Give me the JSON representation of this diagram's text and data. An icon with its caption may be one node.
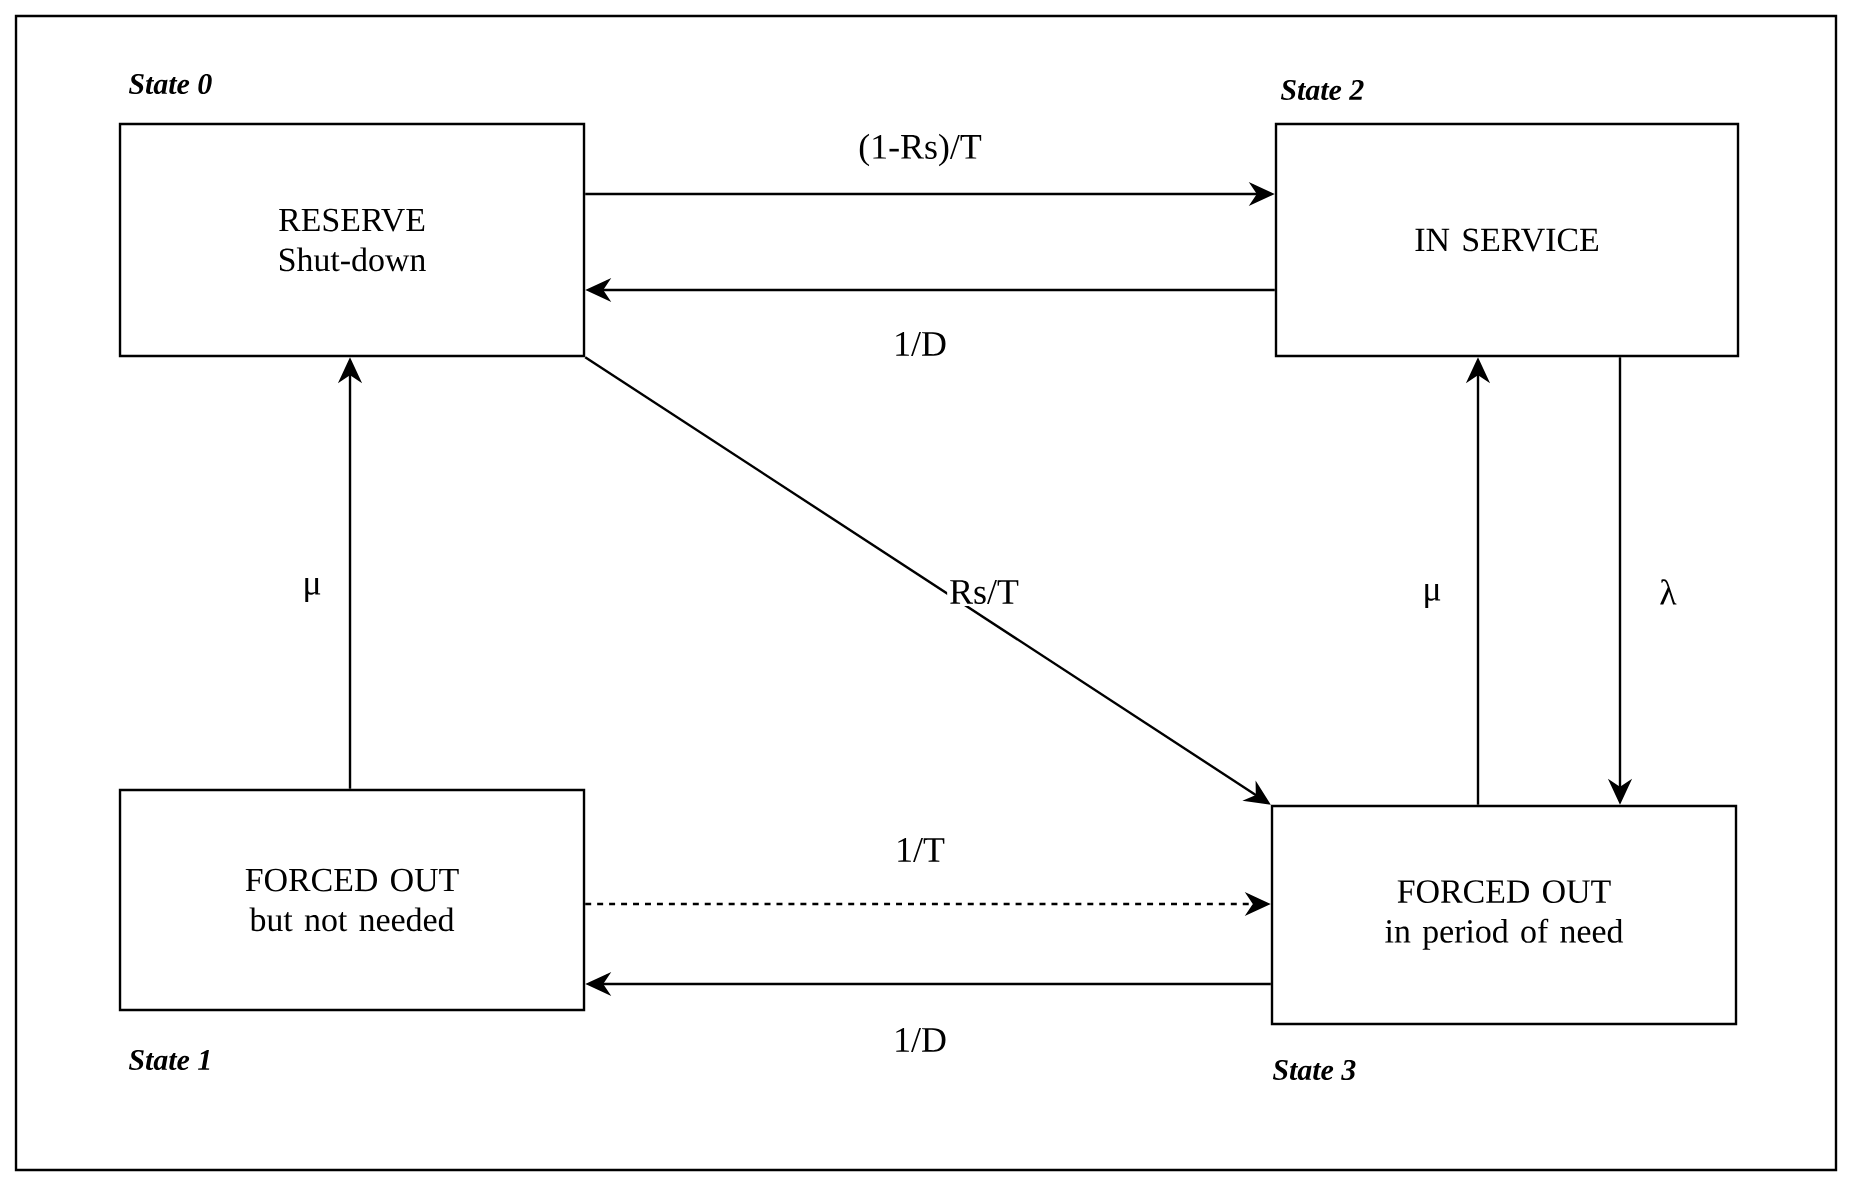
{
  "diagram": {
    "nodes": [
      {
        "text": [
          "RESERVE Shut-down"
        ],
        "beside": [
          "State 0"
        ]
      },
      {
        "text": [
          "IN SERVICE"
        ],
        "beside": [
          "State 2"
        ]
      },
      {
        "text": [
          "FORCED OUT but not needed"
        ],
        "beside": [
          "State 1"
        ]
      },
      {
        "text": [
          "FORCED OUT in period of need"
        ],
        "beside": [
          "State 3"
        ]
      }
    ],
    "edges": [
      {
        "from": 0,
        "to": 1,
        "arrow": "to",
        "label": "(1-Rs)/T"
      },
      {
        "from": 1,
        "to": 0,
        "arrow": "to",
        "label": "1/D"
      },
      {
        "from": 0,
        "to": 3,
        "arrow": "to",
        "label": "Rs/T"
      },
      {
        "from": 2,
        "to": 0,
        "arrow": "to",
        "label": "μ"
      },
      {
        "from": 3,
        "to": 1,
        "arrow": "to",
        "label": "μ"
      },
      {
        "from": 1,
        "to": 3,
        "arrow": "to",
        "label": "λ"
      },
      {
        "from": 2,
        "to": 3,
        "arrow": "to",
        "label": "1/T",
        "style": "dashed"
      },
      {
        "from": 3,
        "to": 2,
        "arrow": "to",
        "label": "1/D"
      }
    ]
  }
}
